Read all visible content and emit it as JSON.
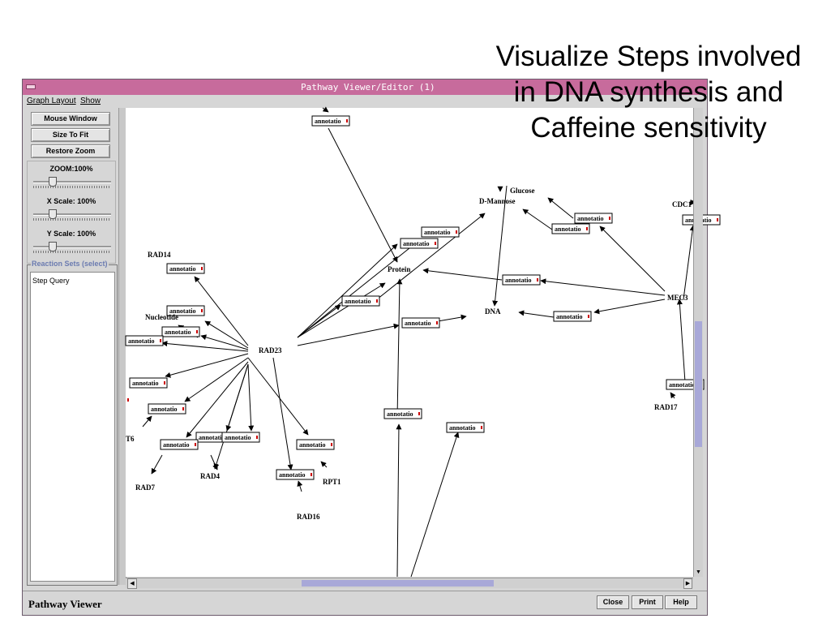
{
  "slide": {
    "title_lines": [
      "Visualize Steps involved",
      "in DNA synthesis and",
      "Caffeine sensitivity"
    ]
  },
  "window": {
    "title": "Pathway Viewer/Editor (1)",
    "menu": [
      "Graph Layout",
      "Show"
    ]
  },
  "side_panel": {
    "buttons": [
      "Mouse Window",
      "Size To Fit",
      "Restore Zoom"
    ],
    "sliders": [
      {
        "label": "ZOOM:100%",
        "level": 0.25
      },
      {
        "label": "X Scale: 100%",
        "level": 0.25
      },
      {
        "label": "Y Scale: 100%",
        "level": 0.25
      }
    ],
    "reaction_sets_title": "Reaction Sets (select)",
    "reaction_sets": [
      "Step Query"
    ]
  },
  "graph": {
    "annotation_label": "annotatio",
    "annotation_marker_color": "#cc0000",
    "nodes": {
      "rad14": "RAD14",
      "nucleotide": "Nucleotide",
      "rad23": "RAD23",
      "protein": "Protein",
      "glucose": "Glucose",
      "dmannose": "D-Mannose",
      "dna": "DNA",
      "mec3": "MEC3",
      "cdc": "CDC1",
      "rad7": "RAD7",
      "rad4": "RAD4",
      "rpt1": "RPT1",
      "rad16": "RAD16",
      "rad17": "RAD17",
      "t6": "T6"
    }
  },
  "status": {
    "label": "Pathway Viewer",
    "buttons": [
      "Close",
      "Print",
      "Help"
    ]
  },
  "colors": {
    "titlebar": "#c76b9c",
    "scroll_thumb": "#a8a8d8",
    "reaction_sets_title": "#6b7bb0"
  }
}
